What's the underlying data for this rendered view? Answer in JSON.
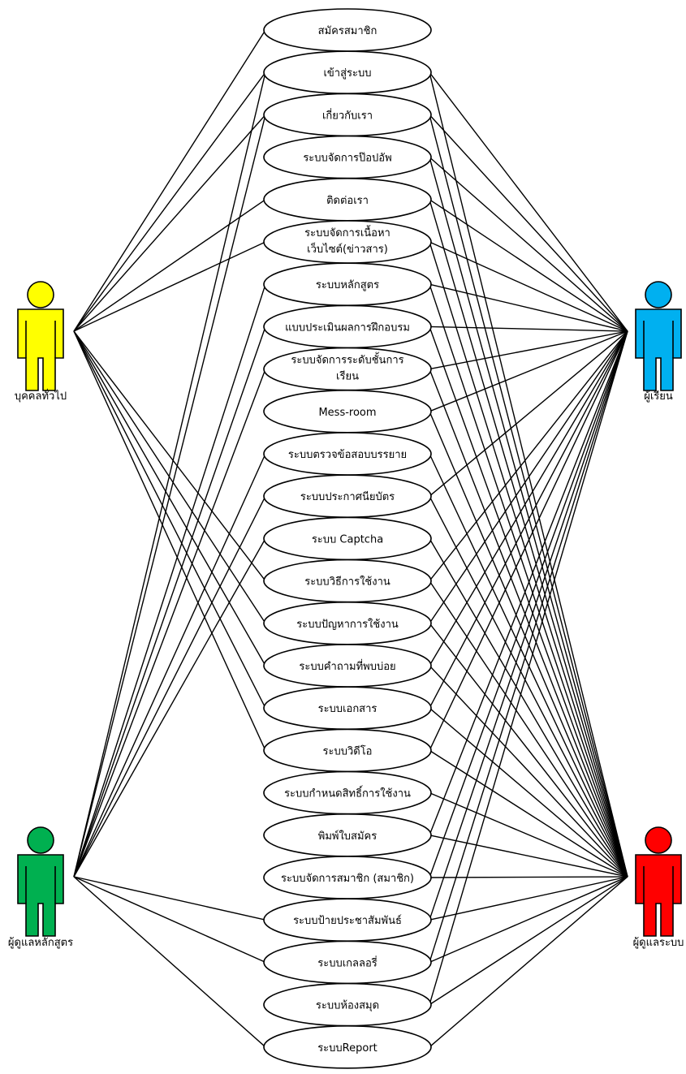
{
  "diagram": {
    "actors": [
      {
        "id": "public",
        "label": "บุคคลทั่วไป",
        "color": "#ffff00",
        "side": "left"
      },
      {
        "id": "curator",
        "label": "ผู้ดูแลหลักสูตร",
        "color": "#00b050",
        "side": "left"
      },
      {
        "id": "learner",
        "label": "ผู้เรียน",
        "color": "#00b0f0",
        "side": "right"
      },
      {
        "id": "admin",
        "label": "ผู้ดูแลระบบ",
        "color": "#ff0000",
        "side": "right"
      }
    ],
    "use_cases": [
      {
        "lines": [
          "สมัครสมาชิก"
        ]
      },
      {
        "lines": [
          "เข้าสู่ระบบ"
        ]
      },
      {
        "lines": [
          "เกี่ยวกับเรา"
        ]
      },
      {
        "lines": [
          "ระบบจัดการป๊อปอัพ"
        ]
      },
      {
        "lines": [
          "ติดต่อเรา"
        ]
      },
      {
        "lines": [
          "ระบบจัดการเนื้อหา",
          "เว็บไซต์(ข่าวสาร)"
        ]
      },
      {
        "lines": [
          "ระบบหลักสูตร"
        ]
      },
      {
        "lines": [
          "แบบประเมินผลการฝึกอบรม"
        ]
      },
      {
        "lines": [
          "ระบบจัดการระดับชั้นการ",
          "เรียน"
        ]
      },
      {
        "lines": [
          "Mess-room"
        ]
      },
      {
        "lines": [
          "ระบบตรวจข้อสอบบรรยาย"
        ]
      },
      {
        "lines": [
          "ระบบประกาศนียบัตร"
        ]
      },
      {
        "lines": [
          "ระบบ Captcha"
        ]
      },
      {
        "lines": [
          "ระบบวิธีการใช้งาน"
        ]
      },
      {
        "lines": [
          "ระบบปัญหาการใช้งาน"
        ]
      },
      {
        "lines": [
          "ระบบคำถามที่พบบ่อย"
        ]
      },
      {
        "lines": [
          "ระบบเอกสาร"
        ]
      },
      {
        "lines": [
          "ระบบวิดีโอ"
        ]
      },
      {
        "lines": [
          "ระบบกำหนดสิทธิ์การใช้งาน"
        ]
      },
      {
        "lines": [
          "พิมพ์ใบสมัคร"
        ]
      },
      {
        "lines": [
          "ระบบจัดการสมาชิก (สมาชิก)"
        ]
      },
      {
        "lines": [
          "ระบบป้ายประชาสัมพันธ์"
        ]
      },
      {
        "lines": [
          "ระบบเกลลอรี่"
        ]
      },
      {
        "lines": [
          "ระบบห้องสมุด"
        ]
      },
      {
        "lines": [
          "ระบบReport"
        ]
      }
    ],
    "associations": {
      "public": [
        0,
        1,
        2,
        4,
        5,
        13,
        14,
        15,
        16,
        17
      ],
      "curator": [
        1,
        2,
        6,
        7,
        8,
        10,
        11,
        12,
        21,
        22,
        24
      ],
      "learner": [
        1,
        2,
        3,
        4,
        5,
        6,
        7,
        8,
        9,
        11,
        13,
        14,
        15,
        16,
        17,
        19,
        20,
        21,
        22,
        23
      ],
      "admin": [
        1,
        2,
        3,
        4,
        5,
        6,
        7,
        8,
        9,
        10,
        11,
        12,
        13,
        14,
        15,
        16,
        17,
        18,
        19,
        20,
        21,
        22,
        23,
        24
      ]
    }
  }
}
